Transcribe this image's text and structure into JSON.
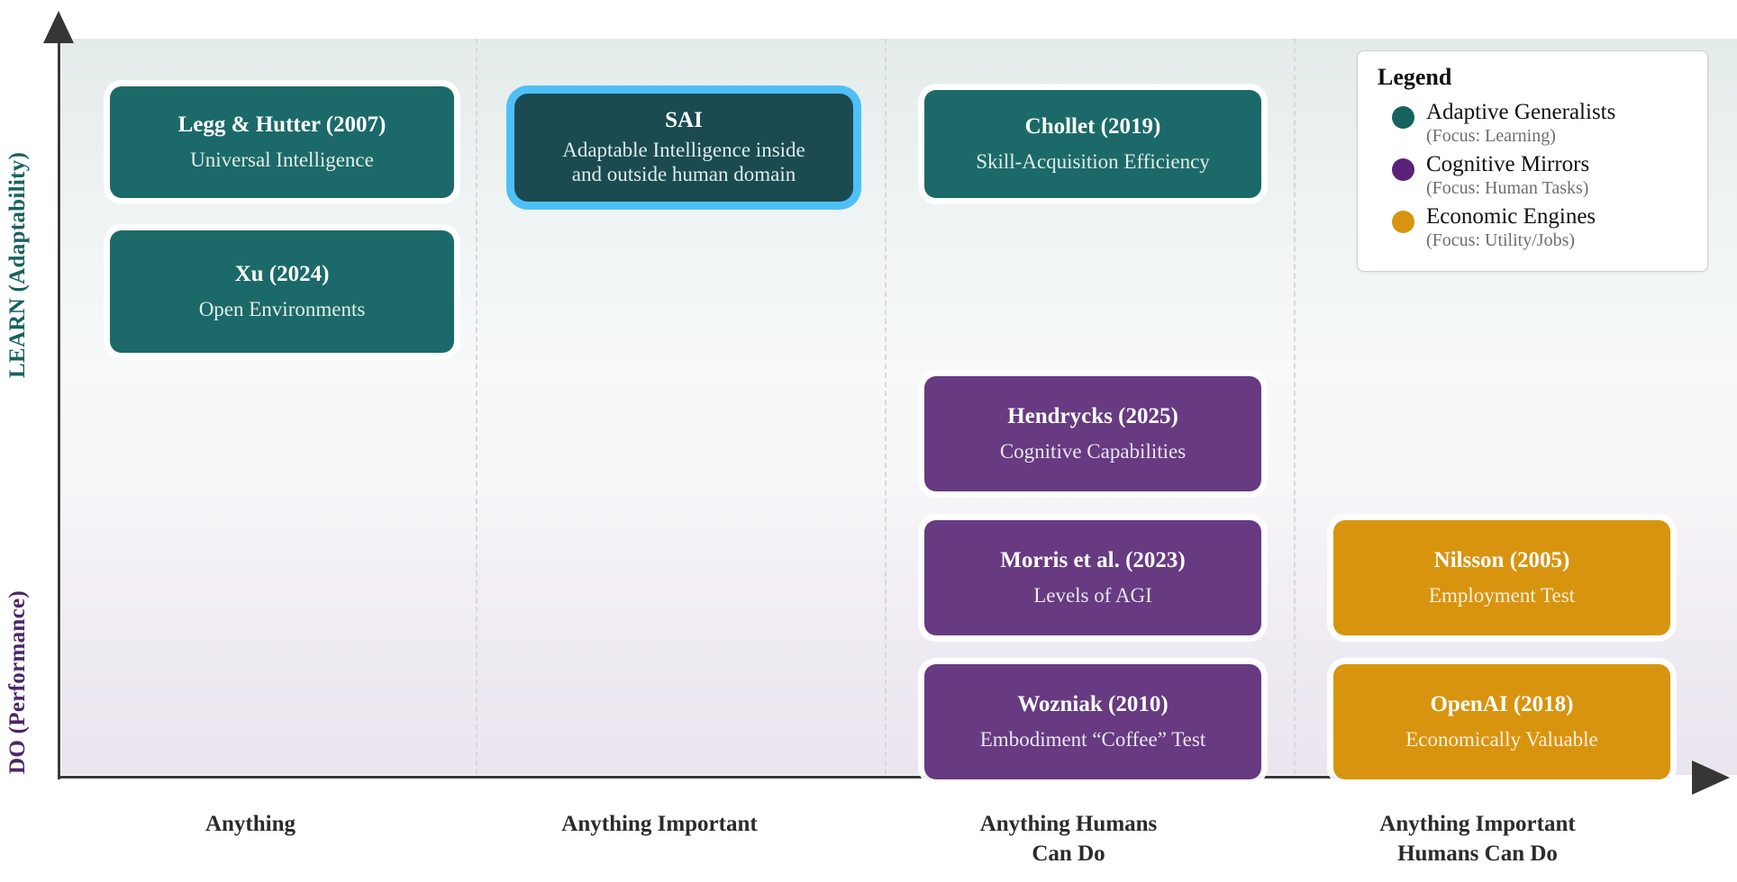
{
  "axes": {
    "y_top_label": "LEARN (Adaptability)",
    "y_bottom_label": "DO (Performance)",
    "y_top_color": "#18615f",
    "y_bottom_color": "#4a2668",
    "x_labels": [
      "Anything",
      "Anything Important",
      "Anything Humans\nCan Do",
      "Anything Important\nHumans Can Do"
    ],
    "x_label_1": "Anything",
    "x_label_2": "Anything Important",
    "x_label_3_line1": "Anything Humans",
    "x_label_3_line2": "Can Do",
    "x_label_4_line1": "Anything Important",
    "x_label_4_line2": "Humans Can Do"
  },
  "cards": [
    {
      "id": "legg-hutter",
      "title": "Legg & Hutter (2007)",
      "subtitle": "Universal Intelligence",
      "category": "teal",
      "color": "#1b6a69"
    },
    {
      "id": "xu",
      "title": "Xu (2024)",
      "subtitle": "Open Environments",
      "category": "teal",
      "color": "#1b6a69"
    },
    {
      "id": "sai",
      "title": "SAI",
      "subtitle": "Adaptable Intelligence inside and outside human domain",
      "subtitle_line1": "Adaptable Intelligence inside",
      "subtitle_line2": "and outside human domain",
      "category": "highlight",
      "color": "#1b4a51",
      "highlight_color": "#4fc0f7"
    },
    {
      "id": "chollet",
      "title": "Chollet (2019)",
      "subtitle": "Skill-Acquisition Efficiency",
      "category": "teal",
      "color": "#1b6a69"
    },
    {
      "id": "hendrycks",
      "title": "Hendrycks (2025)",
      "subtitle": "Cognitive Capabilities",
      "category": "purple",
      "color": "#673a81"
    },
    {
      "id": "morris",
      "title": "Morris et al. (2023)",
      "subtitle": "Levels of AGI",
      "category": "purple",
      "color": "#673a81"
    },
    {
      "id": "wozniak",
      "title": "Wozniak (2010)",
      "subtitle": "Embodiment “Coffee” Test",
      "category": "purple",
      "color": "#673a81"
    },
    {
      "id": "nilsson",
      "title": "Nilsson (2005)",
      "subtitle": "Employment Test",
      "category": "orange",
      "color": "#d8940f"
    },
    {
      "id": "openai",
      "title": "OpenAI (2018)",
      "subtitle": "Economically Valuable",
      "category": "orange",
      "color": "#d8940f"
    }
  ],
  "legend": {
    "title": "Legend",
    "items": [
      {
        "label": "Adaptive Generalists",
        "focus": "(Focus: Learning)",
        "color": "#14635f"
      },
      {
        "label": "Cognitive Mirrors",
        "focus": "(Focus: Human Tasks)",
        "color": "#5a2379"
      },
      {
        "label": "Economic Engines",
        "focus": "(Focus: Utility/Jobs)",
        "color": "#d8940f"
      }
    ]
  },
  "chart_data": {
    "type": "scatter",
    "title": "",
    "xlabel": "",
    "ylabel": "",
    "x_categories": [
      "Anything",
      "Anything Important",
      "Anything Humans Can Do",
      "Anything Important Humans Can Do"
    ],
    "y_categories": [
      "LEARN (Adaptability)",
      "DO (Performance)"
    ],
    "grid": "vertical dashed column dividers",
    "legend_position": "top-right",
    "points": [
      {
        "label": "Legg & Hutter (2007)",
        "detail": "Universal Intelligence",
        "x_category": "Anything",
        "y_category": "LEARN (Adaptability)",
        "series": "Adaptive Generalists"
      },
      {
        "label": "Xu (2024)",
        "detail": "Open Environments",
        "x_category": "Anything",
        "y_category": "LEARN (Adaptability)",
        "series": "Adaptive Generalists"
      },
      {
        "label": "SAI",
        "detail": "Adaptable Intelligence inside and outside human domain",
        "x_category": "Anything Important",
        "y_category": "LEARN (Adaptability)",
        "series": "Adaptive Generalists",
        "highlighted": true
      },
      {
        "label": "Chollet (2019)",
        "detail": "Skill-Acquisition Efficiency",
        "x_category": "Anything Humans Can Do",
        "y_category": "LEARN (Adaptability)",
        "series": "Adaptive Generalists"
      },
      {
        "label": "Hendrycks (2025)",
        "detail": "Cognitive Capabilities",
        "x_category": "Anything Humans Can Do",
        "y_category": "DO (Performance)",
        "series": "Cognitive Mirrors"
      },
      {
        "label": "Morris et al. (2023)",
        "detail": "Levels of AGI",
        "x_category": "Anything Humans Can Do",
        "y_category": "DO (Performance)",
        "series": "Cognitive Mirrors"
      },
      {
        "label": "Wozniak (2010)",
        "detail": "Embodiment “Coffee” Test",
        "x_category": "Anything Humans Can Do",
        "y_category": "DO (Performance)",
        "series": "Cognitive Mirrors"
      },
      {
        "label": "Nilsson (2005)",
        "detail": "Employment Test",
        "x_category": "Anything Important Humans Can Do",
        "y_category": "DO (Performance)",
        "series": "Economic Engines"
      },
      {
        "label": "OpenAI (2018)",
        "detail": "Economically Valuable",
        "x_category": "Anything Important Humans Can Do",
        "y_category": "DO (Performance)",
        "series": "Economic Engines"
      }
    ],
    "series": [
      {
        "name": "Adaptive Generalists",
        "focus": "Learning",
        "color": "#14635f",
        "count": 4
      },
      {
        "name": "Cognitive Mirrors",
        "focus": "Human Tasks",
        "color": "#5a2379",
        "count": 3
      },
      {
        "name": "Economic Engines",
        "focus": "Utility/Jobs",
        "color": "#d8940f",
        "count": 2
      }
    ]
  }
}
